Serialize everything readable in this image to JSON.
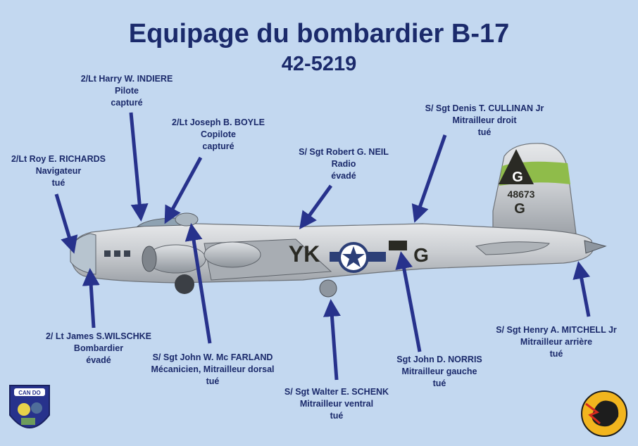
{
  "header": {
    "title": "Equipage du bombardier B-17",
    "subtitle": "42-5219"
  },
  "aircraft": {
    "tail_letter": "G",
    "tail_serial": "48673",
    "tail_letter_lower": "G",
    "fuselage_code": "YK",
    "fuselage_letter": "G",
    "colors": {
      "body": "#c9ccd0",
      "body_shade": "#9ea3a9",
      "tail_band": "#8fbc4a",
      "marking": "#2a2a24",
      "roundel": "#2c3f77",
      "arrow": "#27328c"
    }
  },
  "crew": [
    {
      "id": "pilot",
      "name": "2/Lt Harry W. INDIERE",
      "role": "Pilote",
      "fate": "capturé"
    },
    {
      "id": "copilot",
      "name": "2/Lt Joseph B. BOYLE",
      "role": "Copilote",
      "fate": "capturé"
    },
    {
      "id": "navigator",
      "name": "2/Lt Roy E. RICHARDS",
      "role": "Navigateur",
      "fate": "tué"
    },
    {
      "id": "radio",
      "name": "S/ Sgt Robert G. NEIL",
      "role": "Radio",
      "fate": "évadé"
    },
    {
      "id": "right-gunner",
      "name": "S/ Sgt Denis T. CULLINAN Jr",
      "role": "Mitrailleur droit",
      "fate": "tué"
    },
    {
      "id": "bombardier",
      "name": "2/ Lt James S.WILSCHKE",
      "role": "Bombardier",
      "fate": "évadé"
    },
    {
      "id": "engineer",
      "name": "S/ Sgt John W. Mc FARLAND",
      "role": "Mécanicien, Mitrailleur dorsal",
      "fate": "tué"
    },
    {
      "id": "ventral-gunner",
      "name": "S/ Sgt Walter E. SCHENK",
      "role": "Mitrailleur ventral",
      "fate": "tué"
    },
    {
      "id": "left-gunner",
      "name": "Sgt John D. NORRIS",
      "role": "Mitrailleur gauche",
      "fate": "tué"
    },
    {
      "id": "tail-gunner",
      "name": "S/ Sgt Henry A. MITCHELL Jr",
      "role": "Mitrailleur arrière",
      "fate": "tué"
    }
  ],
  "emblems": {
    "left_banner": "CAN DO"
  }
}
